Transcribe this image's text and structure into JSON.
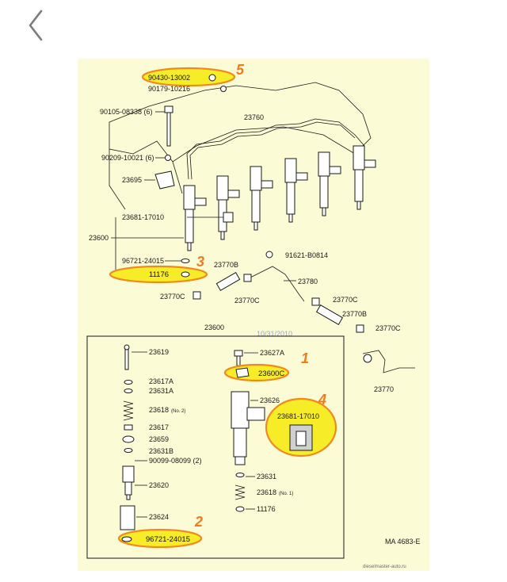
{
  "nav": {
    "back_icon": "chevron-left-icon"
  },
  "diagram": {
    "colors": {
      "background": "#fbfbd6",
      "highlight_fill": "#f6ec28",
      "highlight_stroke": "#f08a1e",
      "annotation_number": "#f07c1e"
    },
    "labels": {
      "p90430": "90430-13002",
      "p90179": "90179-10216",
      "p90105": "90105-08338 (6)",
      "p90209": "90209-10021 (6)",
      "p23760": "23760",
      "p23695": "23695",
      "p23681": "23681-17010",
      "p23600_top": "23600",
      "p96721_top": "96721-24015",
      "p11176_top": "11176",
      "p23770b_top": "23770B",
      "p91621": "91621-B0814",
      "p23780": "23780",
      "p23770c_1": "23770C",
      "p23770c_2": "23770C",
      "p23770c_3": "23770C",
      "p23770b_2": "23770B",
      "p23770c_4": "23770C",
      "p23600_mid": "23600",
      "date": "10/31/2010",
      "p23770": "23770",
      "p23619": "23619",
      "p23627a": "23627A",
      "p23600c": "23600C",
      "p23617a": "23617A",
      "p23631a": "23631A",
      "p23626": "23626",
      "p23618": "23618",
      "p23618_note": "(No. 2)",
      "p23681_inset": "23681-17010",
      "p23617": "23617",
      "p23659": "23659",
      "p23631b": "23631B",
      "p90099": "90099-08099 (2)",
      "p23620": "23620",
      "p23631": "23631",
      "p23618b": "23618",
      "p23618b_note": "(No. 1)",
      "p11176_bot": "11176",
      "p23624": "23624",
      "p96721_bot": "96721-24015",
      "code": "MA 4683-E",
      "site": "dieselmaster-auto.ru"
    },
    "annotations": {
      "n1": "1",
      "n2": "2",
      "n3": "3",
      "n4": "4",
      "n5": "5"
    }
  }
}
